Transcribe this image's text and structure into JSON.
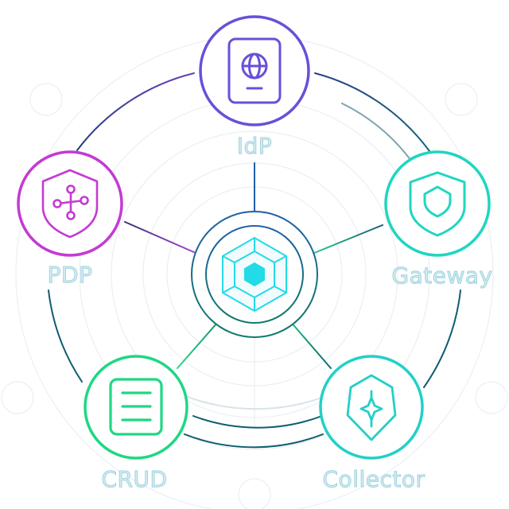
{
  "diagram": {
    "type": "hub-and-spoke",
    "hub": {
      "label": "",
      "icon": "hexagon-web-icon",
      "color": "#22dbe6",
      "ring_colors": [
        "#1f63a6",
        "#0e7c6a"
      ]
    },
    "nodes": [
      {
        "id": "idp",
        "label": "IdP",
        "icon": "passport-globe-icon",
        "color": "#6a4fd9"
      },
      {
        "id": "gateway",
        "label": "Gateway",
        "icon": "shield-icon",
        "color": "#1fd6c1"
      },
      {
        "id": "collector",
        "label": "Collector",
        "icon": "hex-sparkle-icon",
        "color": "#22d0c8"
      },
      {
        "id": "crud",
        "label": "CRUD",
        "icon": "document-lines-icon",
        "color": "#1fd784"
      },
      {
        "id": "pdp",
        "label": "PDP",
        "icon": "shield-network-icon",
        "color": "#c43ad4"
      }
    ],
    "connections": [
      {
        "from": "hub",
        "to": "idp"
      },
      {
        "from": "hub",
        "to": "gateway"
      },
      {
        "from": "hub",
        "to": "collector"
      },
      {
        "from": "hub",
        "to": "crud"
      },
      {
        "from": "hub",
        "to": "pdp"
      }
    ],
    "outer_ring_color": "#0d5a73",
    "label_fill": "#d6eef3",
    "label_stroke": "#9fd2de"
  }
}
